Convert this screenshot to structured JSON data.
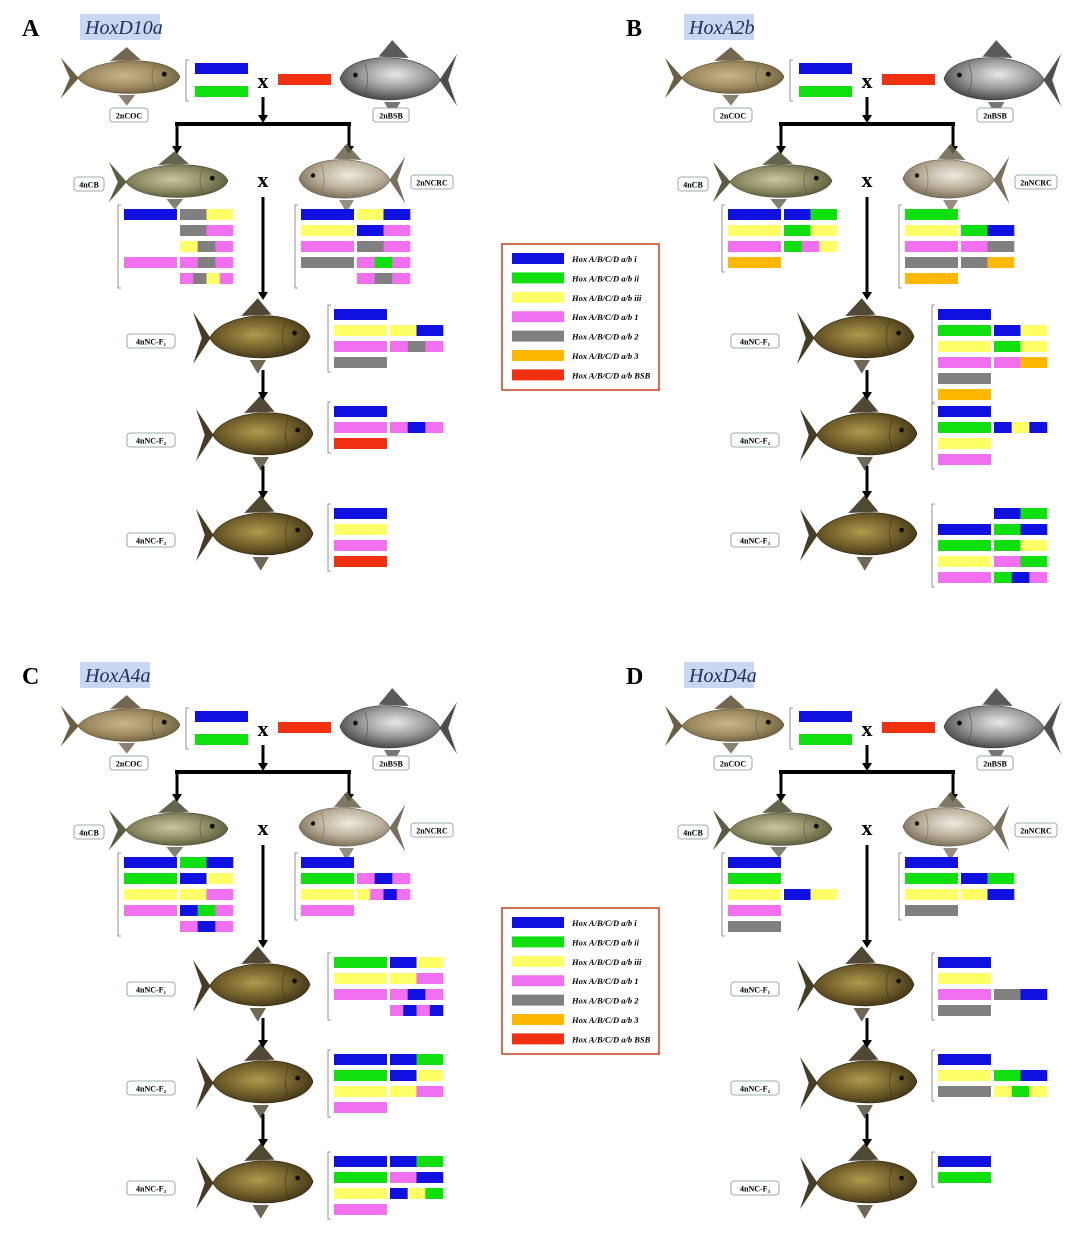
{
  "colors": {
    "i": "#1010E0",
    "ii": "#10E010",
    "iii": "#FFFF66",
    "b1": "#F070F0",
    "b2": "#808080",
    "b3": "#FFB800",
    "BSB": "#F03010"
  },
  "cross_symbol": "x",
  "generation_labels": {
    "coc": "2nCOC",
    "bsb": "2nBSB",
    "cb": "4nCB",
    "ncrc": "2nNCRC",
    "f1": "4nNC-F₁",
    "f2": "4nNC-F₂",
    "f3": "4nNC-F₃"
  },
  "legend": [
    {
      "key": "i",
      "label": "Hox A/B/C/D a/b i"
    },
    {
      "key": "ii",
      "label": "Hox A/B/C/D a/b ii"
    },
    {
      "key": "iii",
      "label": "Hox A/B/C/D a/b iii"
    },
    {
      "key": "b1",
      "label": "Hox A/B/C/D a/b 1"
    },
    {
      "key": "b2",
      "label": "Hox A/B/C/D a/b 2"
    },
    {
      "key": "b3",
      "label": "Hox A/B/C/D a/b 3"
    },
    {
      "key": "BSB",
      "label": "Hox A/B/C/D a/b BSB"
    }
  ],
  "panels": [
    {
      "letter": "A",
      "title": "HoxD10a",
      "coc": [
        "i",
        "ii"
      ],
      "bsb": [
        "BSB"
      ],
      "cb": [
        [
          "i",
          [
            "b2",
            "iii"
          ]
        ],
        [
          null,
          [
            "b2",
            "b1"
          ]
        ],
        [
          null,
          [
            "iii",
            "b2",
            "b1"
          ]
        ],
        [
          "b1",
          [
            "b1",
            "b2",
            "b1"
          ]
        ],
        [
          null,
          [
            "b1",
            "b2",
            "iii",
            "b1"
          ]
        ]
      ],
      "ncrc": [
        [
          "i",
          [
            "iii",
            "i"
          ]
        ],
        [
          "iii",
          [
            "i",
            "b1"
          ]
        ],
        [
          "b1",
          [
            "b2",
            "b1"
          ]
        ],
        [
          "b2",
          [
            "b1",
            "ii",
            "b1"
          ]
        ],
        [
          null,
          [
            "b1",
            "b2",
            "b1"
          ]
        ]
      ],
      "f1": [
        [
          "i",
          []
        ],
        [
          "iii",
          [
            "iii",
            "i"
          ]
        ],
        [
          "b1",
          [
            "b1",
            "b2",
            "b1"
          ]
        ],
        [
          "b2",
          []
        ]
      ],
      "f2": [
        [
          "i",
          []
        ],
        [
          "b1",
          [
            "b1",
            "i",
            "b1"
          ]
        ],
        [
          "BSB",
          []
        ]
      ],
      "f3": [
        [
          "i",
          []
        ],
        [
          "iii",
          []
        ],
        [
          "b1",
          []
        ],
        [
          "BSB",
          []
        ]
      ]
    },
    {
      "letter": "B",
      "title": "HoxA2b",
      "coc": [
        "i",
        "ii"
      ],
      "bsb": [
        "BSB"
      ],
      "cb": [
        [
          "i",
          [
            "i",
            "ii"
          ]
        ],
        [
          "iii",
          [
            "ii",
            "iii"
          ]
        ],
        [
          "b1",
          [
            "ii",
            "b1",
            "iii"
          ]
        ],
        [
          "b3",
          []
        ]
      ],
      "ncrc": [
        [
          "ii",
          []
        ],
        [
          "iii",
          [
            "ii",
            "i"
          ]
        ],
        [
          "b1",
          [
            "b1",
            "b2"
          ]
        ],
        [
          "b2",
          [
            "b2",
            "b3"
          ]
        ],
        [
          "b3",
          []
        ]
      ],
      "f1": [
        [
          "i",
          []
        ],
        [
          "ii",
          [
            "i",
            "iii"
          ]
        ],
        [
          "iii",
          [
            "ii",
            "iii"
          ]
        ],
        [
          "b1",
          [
            "b1",
            "b3"
          ]
        ],
        [
          "b2",
          []
        ],
        [
          "b3",
          []
        ]
      ],
      "f2": [
        [
          "i",
          []
        ],
        [
          "ii",
          [
            "i",
            "iii",
            "i"
          ]
        ],
        [
          "iii",
          []
        ],
        [
          "b1",
          []
        ]
      ],
      "f3": [
        [
          null,
          [
            "i",
            "ii"
          ]
        ],
        [
          "i",
          [
            "ii",
            "i"
          ]
        ],
        [
          "ii",
          [
            "ii",
            "iii"
          ]
        ],
        [
          "iii",
          [
            "b1",
            "ii"
          ]
        ],
        [
          "b1",
          [
            "ii",
            "i",
            "b1"
          ]
        ]
      ]
    },
    {
      "letter": "C",
      "title": "HoxA4a",
      "coc": [
        "i",
        "ii"
      ],
      "bsb": [
        "BSB"
      ],
      "cb": [
        [
          "i",
          [
            "ii",
            "i"
          ]
        ],
        [
          "ii",
          [
            "i",
            "iii"
          ]
        ],
        [
          "iii",
          [
            "iii",
            "b1"
          ]
        ],
        [
          "b1",
          [
            "i",
            "ii",
            "b1"
          ]
        ],
        [
          null,
          [
            "b1",
            "i",
            "b1"
          ]
        ]
      ],
      "ncrc": [
        [
          "i",
          []
        ],
        [
          "ii",
          [
            "b1",
            "i",
            "b1"
          ]
        ],
        [
          "iii",
          [
            "iii",
            "b1",
            "i",
            "b1"
          ]
        ],
        [
          "b1",
          []
        ]
      ],
      "f1": [
        [
          "ii",
          [
            "i",
            "iii"
          ]
        ],
        [
          "iii",
          [
            "iii",
            "b1"
          ]
        ],
        [
          "b1",
          [
            "b1",
            "i",
            "b1"
          ]
        ],
        [
          null,
          [
            "b1",
            "i",
            "b1",
            "i"
          ]
        ]
      ],
      "f2": [
        [
          "i",
          [
            "i",
            "ii"
          ]
        ],
        [
          "ii",
          [
            "i",
            "iii"
          ]
        ],
        [
          "iii",
          [
            "iii",
            "b1"
          ]
        ],
        [
          "b1",
          []
        ]
      ],
      "f3": [
        [
          "i",
          [
            "i",
            "ii"
          ]
        ],
        [
          "ii",
          [
            "b1",
            "i"
          ]
        ],
        [
          "iii",
          [
            "i",
            "iii",
            "ii"
          ]
        ],
        [
          "b1",
          []
        ]
      ]
    },
    {
      "letter": "D",
      "title": "HoxD4a",
      "coc": [
        "i",
        "ii"
      ],
      "bsb": [
        "BSB"
      ],
      "cb": [
        [
          "i",
          []
        ],
        [
          "ii",
          []
        ],
        [
          "iii",
          [
            "i",
            "iii"
          ]
        ],
        [
          "b1",
          []
        ],
        [
          "b2",
          []
        ]
      ],
      "ncrc": [
        [
          "i",
          []
        ],
        [
          "ii",
          [
            "i",
            "ii"
          ]
        ],
        [
          "iii",
          [
            "iii",
            "i"
          ]
        ],
        [
          "b2",
          []
        ]
      ],
      "f1": [
        [
          "i",
          []
        ],
        [
          "iii",
          []
        ],
        [
          "b1",
          [
            "b2",
            "i"
          ]
        ],
        [
          "b2",
          []
        ]
      ],
      "f2": [
        [
          "i",
          []
        ],
        [
          "iii",
          [
            "ii",
            "i"
          ]
        ],
        [
          "b2",
          [
            "iii",
            "ii",
            "iii"
          ]
        ]
      ],
      "f3": [
        [
          "i",
          []
        ],
        [
          "ii",
          []
        ]
      ]
    }
  ]
}
